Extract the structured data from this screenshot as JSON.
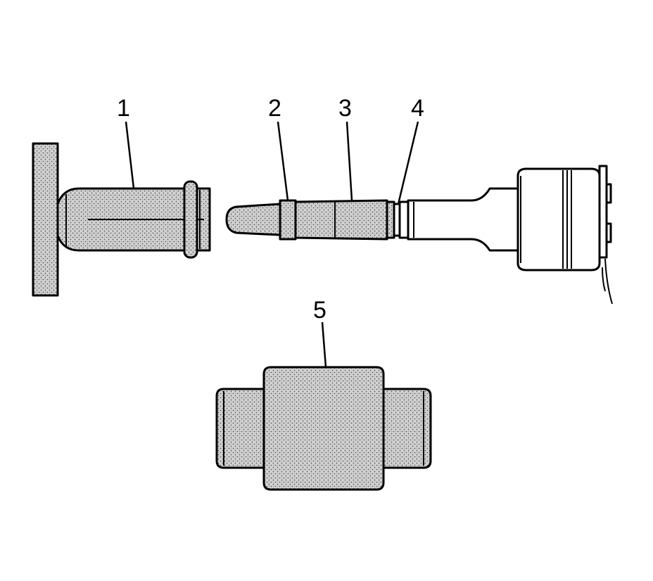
{
  "callouts": [
    {
      "id": "1",
      "text": "1"
    },
    {
      "id": "2",
      "text": "2"
    },
    {
      "id": "3",
      "text": "3"
    },
    {
      "id": "4",
      "text": "4"
    },
    {
      "id": "5",
      "text": "5"
    }
  ],
  "colors": {
    "line": "#000000",
    "background": "#ffffff",
    "stipple_dot": "#555555",
    "stipple_base": "#d4d4d4"
  }
}
